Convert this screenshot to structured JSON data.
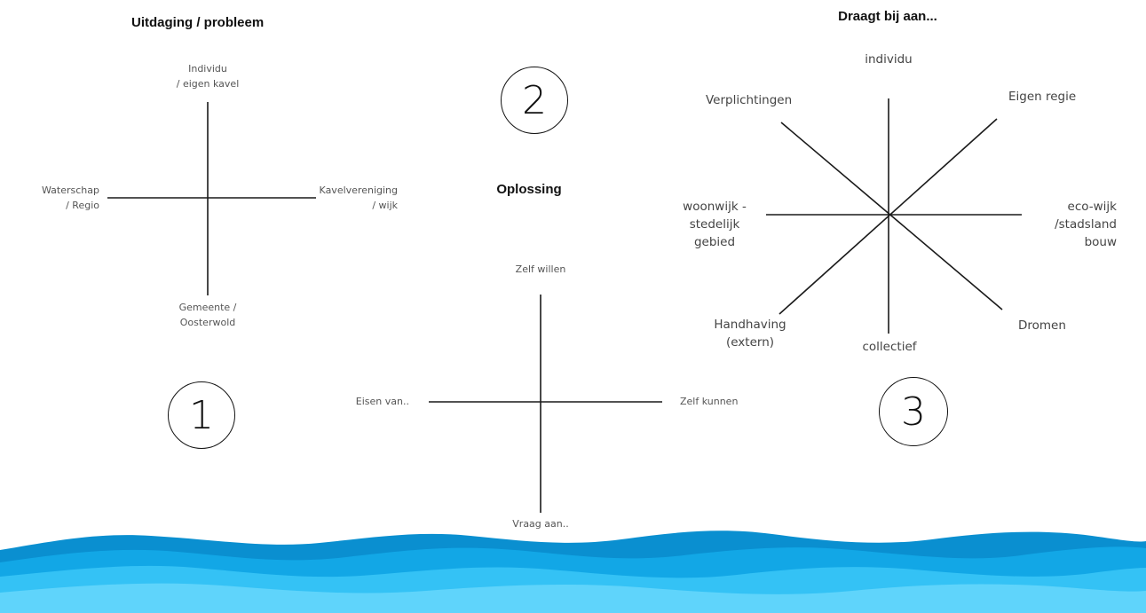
{
  "colors": {
    "line": "#1a1a1a",
    "wave_dark": "#0a8fd0",
    "wave_mid": "#12a7e6",
    "wave_light": "#34c2f5",
    "wave_pale": "#5fd4fb"
  },
  "section1": {
    "title": "Uitdaging / probleem",
    "number": "1",
    "top": [
      "Individu",
      "/ eigen kavel"
    ],
    "left": [
      "Waterschap",
      "/ Regio"
    ],
    "right": [
      "Kavelvereniging",
      "/ wijk"
    ],
    "bottom": [
      "Gemeente /",
      "Oosterwold"
    ]
  },
  "section2": {
    "number": "2",
    "title": "Oplossing",
    "top": "Zelf willen",
    "left": "Eisen van..",
    "right": "Zelf kunnen",
    "bottom": "Vraag aan.."
  },
  "section3": {
    "title": "Draagt bij aan...",
    "number": "3",
    "top": "individu",
    "top_right": "Eigen regie",
    "top_left": "Verplichtingen",
    "left": [
      "woonwijk -",
      "stedelijk",
      "gebied"
    ],
    "right": [
      "eco-wijk",
      "/stadsland",
      "bouw"
    ],
    "bottom_left": [
      "Handhaving",
      "(extern)"
    ],
    "bottom": "collectief",
    "bottom_right": "Dromen"
  }
}
